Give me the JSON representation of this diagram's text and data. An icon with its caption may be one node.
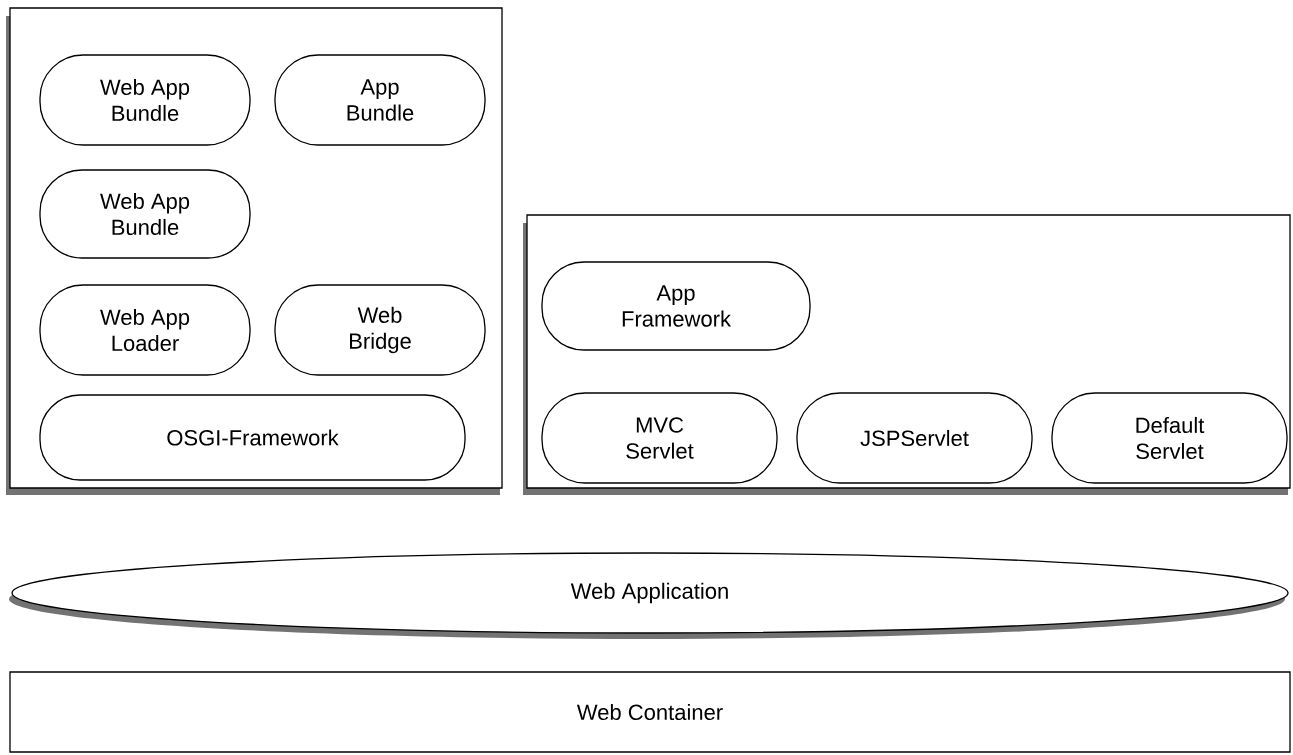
{
  "diagram": {
    "nodes": [
      {
        "text": [],
        "shape": "box"
      },
      {
        "text": [
          "Web App Bundle"
        ],
        "in": 0
      },
      {
        "text": [
          "App Bundle"
        ],
        "in": 0
      },
      {
        "text": [
          "Web App Bundle"
        ],
        "in": 0
      },
      {
        "text": [
          "Web App Loader"
        ],
        "in": 0
      },
      {
        "text": [
          "Web Bridge"
        ],
        "in": 0
      },
      {
        "text": [
          "OSGI-Framework"
        ],
        "in": 0
      },
      {
        "text": [],
        "shape": "box"
      },
      {
        "text": [
          "App Framework"
        ],
        "in": 7
      },
      {
        "text": [
          "MVC Servlet"
        ],
        "in": 7
      },
      {
        "text": [
          "JSPServlet"
        ],
        "in": 7
      },
      {
        "text": [
          "Default Servlet"
        ],
        "in": 7
      },
      {
        "text": [
          "Web Application"
        ]
      },
      {
        "text": [
          "Web Container"
        ]
      }
    ]
  }
}
